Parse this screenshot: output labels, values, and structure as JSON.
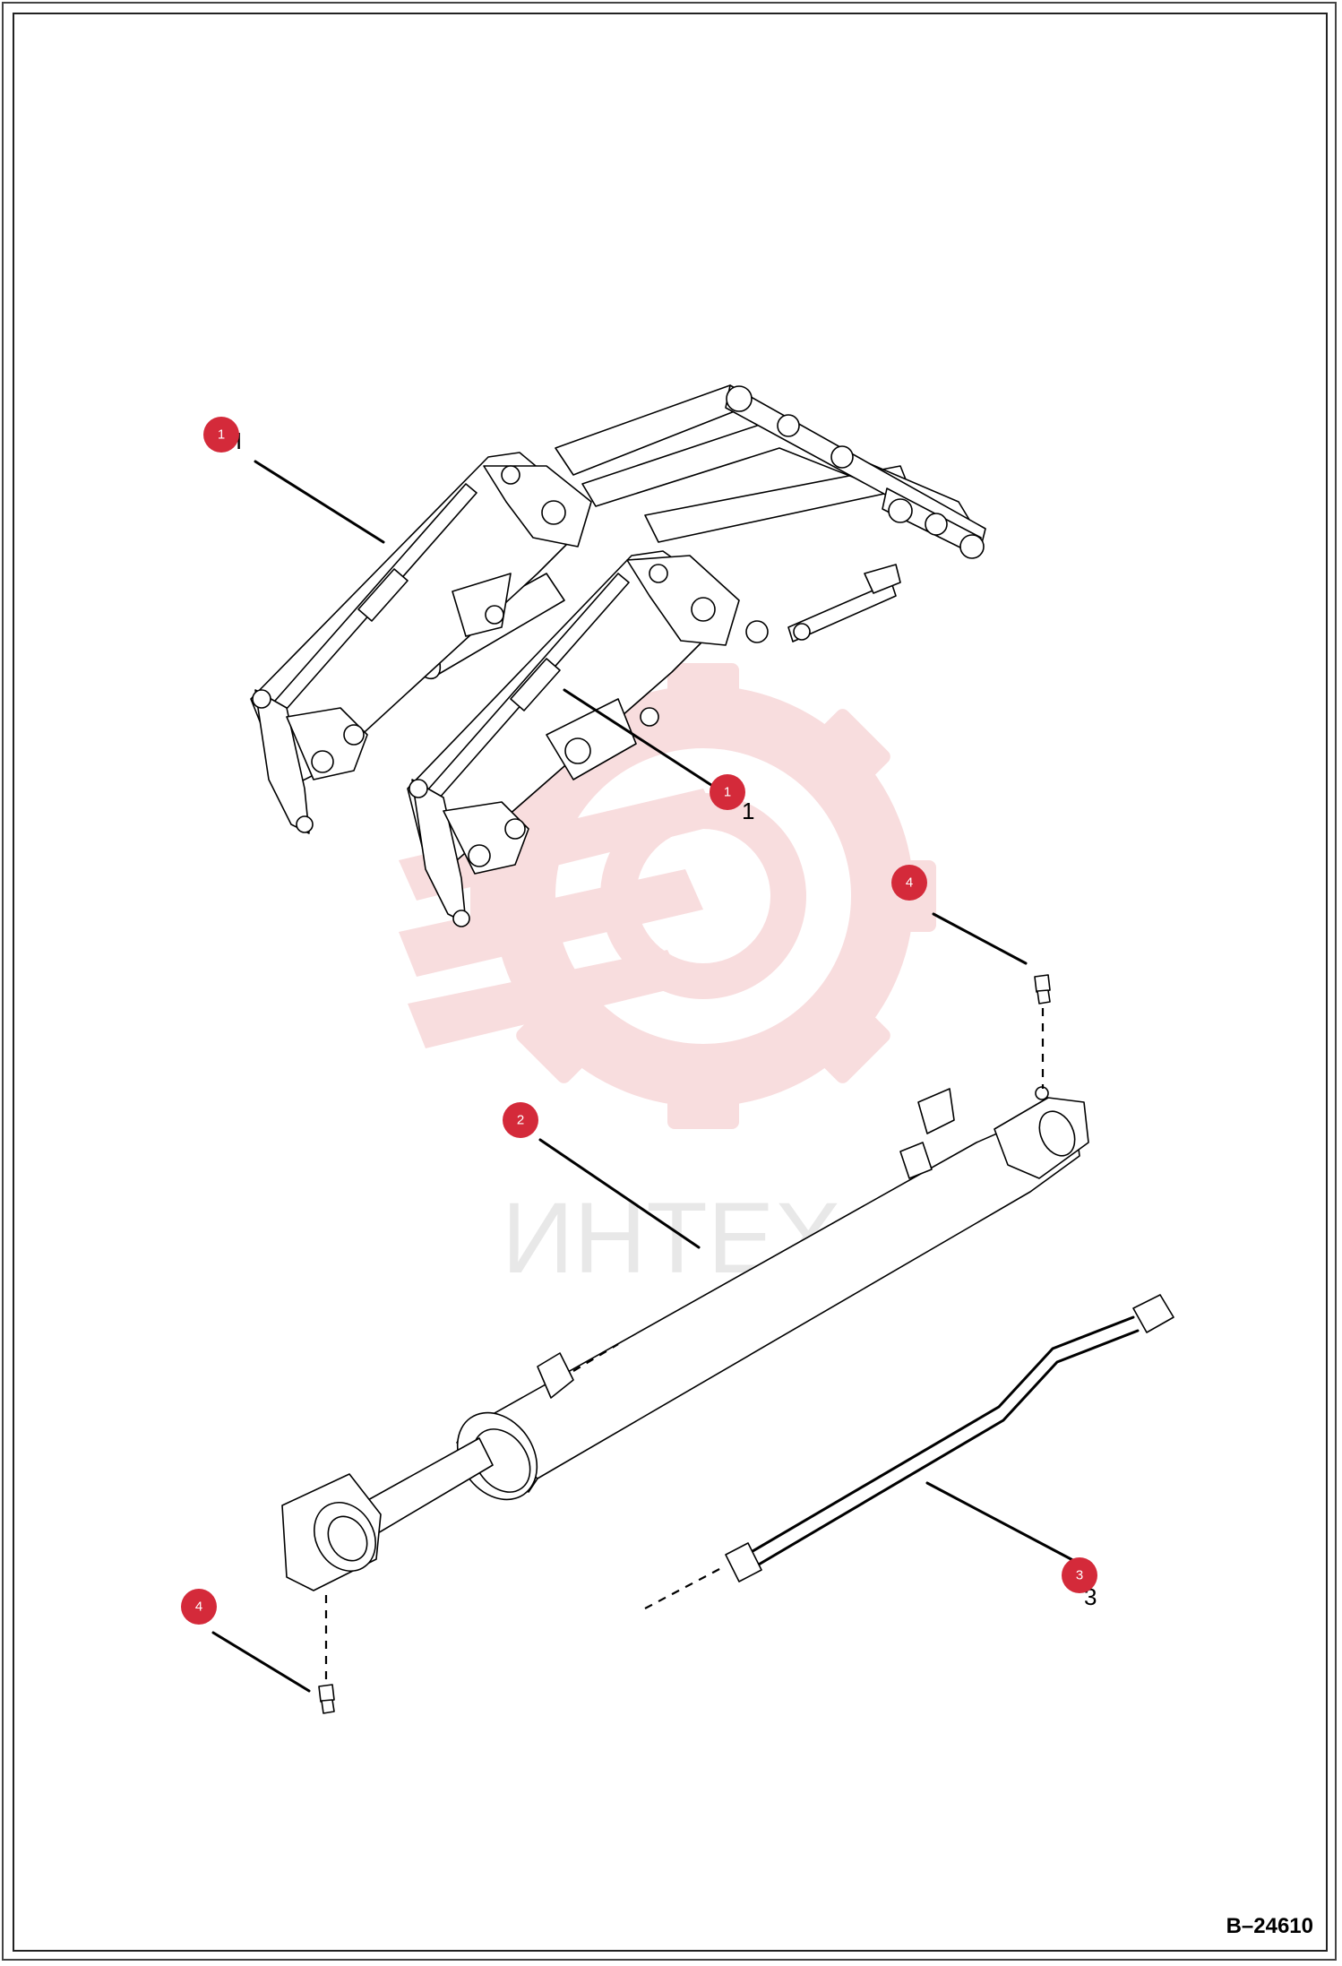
{
  "watermark": {
    "text": "ИНТЕХ",
    "color": "#d6d6d6",
    "logo_color": "#f3c2c4"
  },
  "callouts": [
    {
      "id": "c1a",
      "label": "1"
    },
    {
      "id": "c1b",
      "label": "1"
    },
    {
      "id": "c2",
      "label": "2"
    },
    {
      "id": "c3",
      "label": "3"
    },
    {
      "id": "c4a",
      "label": "4"
    },
    {
      "id": "c4b",
      "label": "4"
    }
  ],
  "stray_marks": {
    "item1a": "I",
    "item1b": "1",
    "item3": "3"
  },
  "callout_color": "#d42a3a",
  "reference_code": "B–24610",
  "parts": [
    "loader-arm-assembly",
    "lift-cylinder",
    "hydraulic-hose",
    "grease-fitting"
  ]
}
